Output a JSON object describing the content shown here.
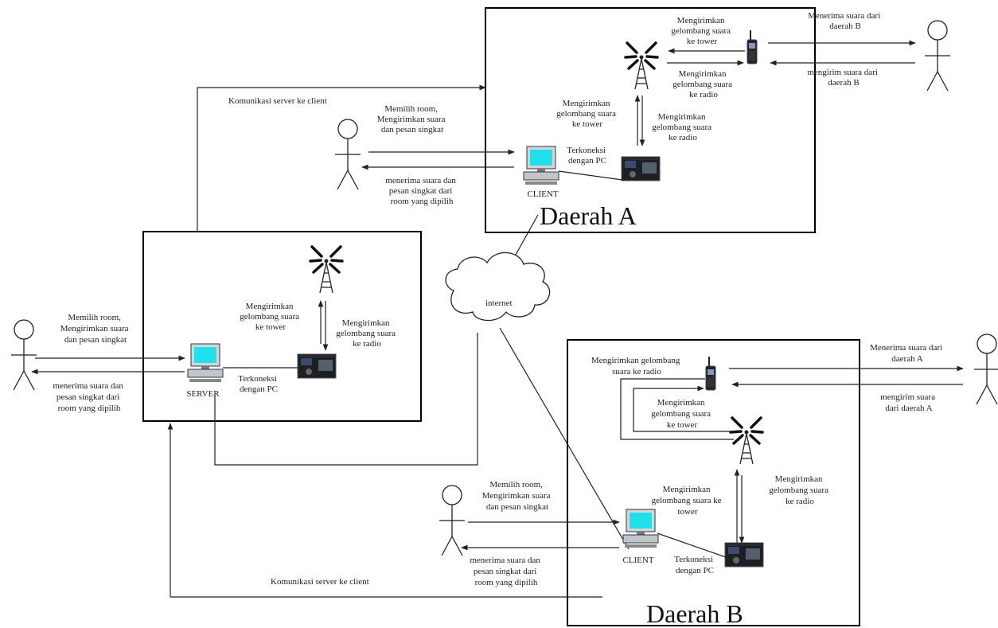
{
  "labels": {
    "daerah_a": "Daerah A",
    "daerah_b": "Daerah B",
    "server": "SERVER",
    "client": "CLIENT",
    "internet": "internet",
    "komunikasi": "Komunikasi server ke client",
    "memilih": [
      "Memilih room,",
      "Mengirimkan suara",
      "dan pesan singkat"
    ],
    "menerima": [
      "menerima suara dan",
      "pesan singkat dari",
      "room yang dipilih"
    ],
    "kirim_tower": [
      "Mengirimkan",
      "gelombang suara",
      "ke tower"
    ],
    "kirim_radio": [
      "Mengirimkan",
      "gelombang suara",
      "ke radio"
    ],
    "terkoneksi": [
      "Terkoneksi",
      "dengan PC"
    ],
    "terima_dari_b": [
      "Menerima suara dari",
      "daerah B"
    ],
    "kirim_dari_b": [
      "mengirim suara dari",
      "daerah B"
    ],
    "terima_dari_a": [
      "Menerima suara dari",
      "daerah A"
    ],
    "kirim_dari_a": [
      "mengirim suara",
      "dari daerah A"
    ],
    "b_kirim_radio": [
      "Mengirimkan gelombang",
      "suara ke radio"
    ],
    "b_kirim_tower": [
      "Mengirimkan",
      "gelombang suara ke",
      "tower"
    ]
  },
  "icons": [
    "person-icon",
    "tower-icon",
    "computer-icon",
    "radio-icon",
    "handheld-radio-icon",
    "cloud-icon"
  ]
}
